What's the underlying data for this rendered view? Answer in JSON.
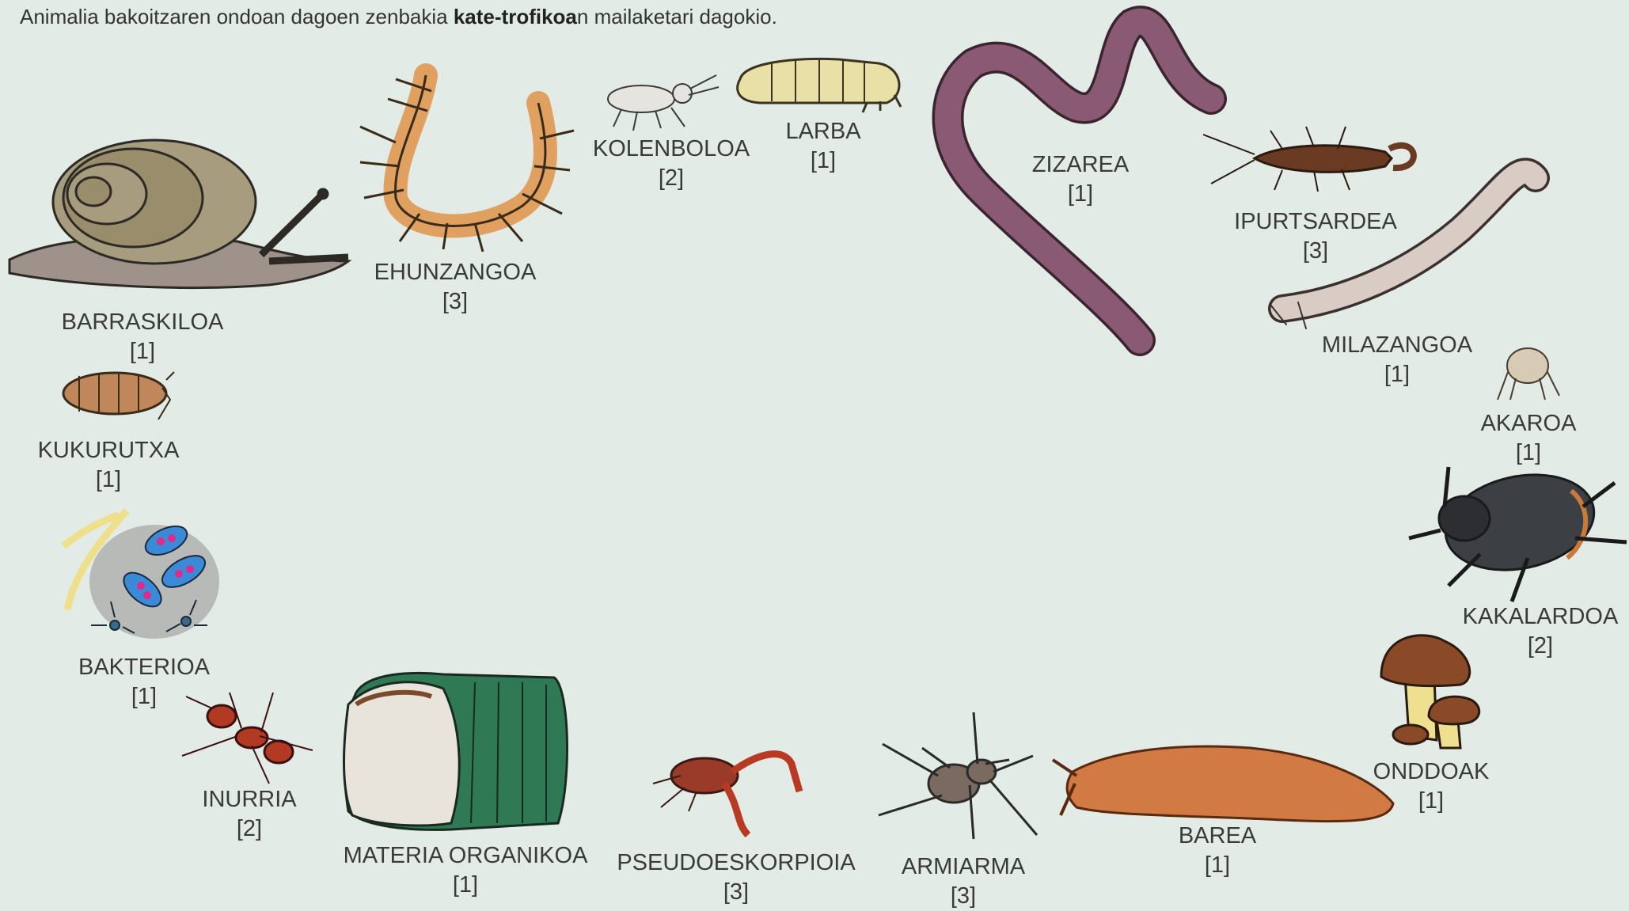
{
  "instruction": {
    "before": "Animalia bakoitzaren ondoan dagoen zenbakia ",
    "bold": "kate-trofikoa",
    "after": "n mailaketari dagokio."
  },
  "organisms": [
    {
      "id": "barraskiloa",
      "name": "BARRASKILOA",
      "level": "[1]"
    },
    {
      "id": "ehunzangoa",
      "name": "EHUNZANGOA",
      "level": "[3]"
    },
    {
      "id": "kolenboloa",
      "name": "KOLENBOLOA",
      "level": "[2]"
    },
    {
      "id": "larba",
      "name": "LARBA",
      "level": "[1]"
    },
    {
      "id": "zizarea",
      "name": "ZIZAREA",
      "level": "[1]"
    },
    {
      "id": "ipurtsardea",
      "name": "IPURTSARDEA",
      "level": "[3]"
    },
    {
      "id": "milazangoa",
      "name": "MILAZANGOA",
      "level": "[1]"
    },
    {
      "id": "akaroa",
      "name": "AKAROA",
      "level": "[1]"
    },
    {
      "id": "kakalardoa",
      "name": "KAKALARDOA",
      "level": "[2]"
    },
    {
      "id": "onddoak",
      "name": "ONDDOAK",
      "level": "[1]"
    },
    {
      "id": "barea",
      "name": "BAREA",
      "level": "[1]"
    },
    {
      "id": "armiarma",
      "name": "ARMIARMA",
      "level": "[3]"
    },
    {
      "id": "pseudoeskorpioia",
      "name": "PSEUDOESKORPIOIA",
      "level": "[3]"
    },
    {
      "id": "materia-organikoa",
      "name": "MATERIA ORGANIKOA",
      "level": "[1]"
    },
    {
      "id": "inurria",
      "name": "INURRIA",
      "level": "[2]"
    },
    {
      "id": "bakterioa",
      "name": "BAKTERIOA",
      "level": "[1]"
    },
    {
      "id": "kukurutxa",
      "name": "KUKURUTXA",
      "level": "[1]"
    }
  ]
}
